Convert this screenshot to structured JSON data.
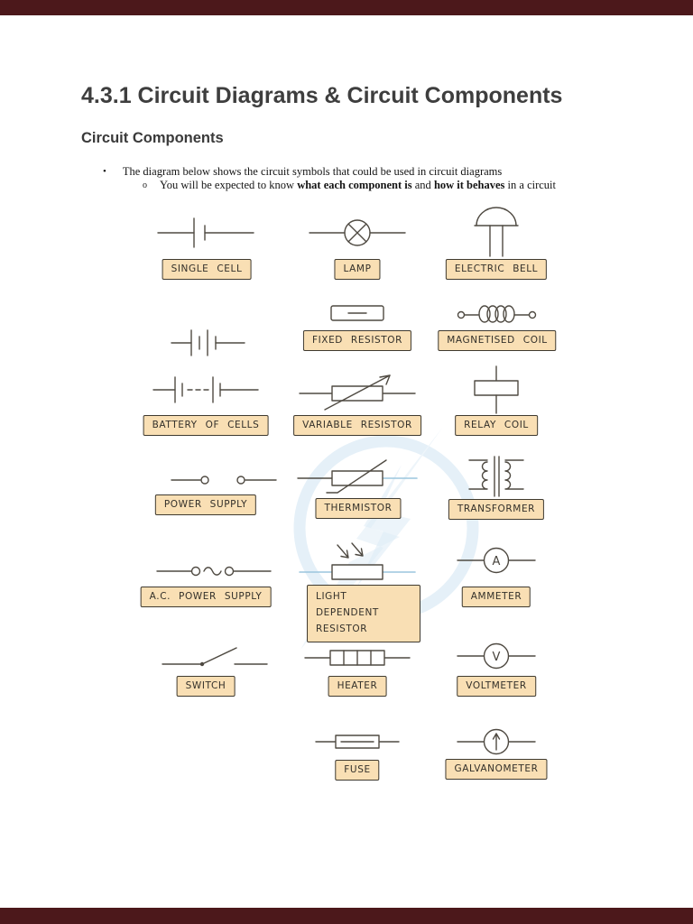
{
  "document": {
    "title": "4.3.1 Circuit Diagrams & Circuit Components",
    "section_heading": "Circuit Components",
    "bullets": {
      "marker": "•",
      "sub_marker": "o",
      "main": "The diagram below shows the circuit symbols that could be used in circuit diagrams",
      "sub_prefix": "You will be expected to know ",
      "sub_bold1": "what each component is",
      "sub_mid": " and ",
      "sub_bold2": "how it behaves",
      "sub_suffix": " in a circuit"
    },
    "components": [
      {
        "id": "single-cell",
        "label": "SINGLE CELL"
      },
      {
        "id": "lamp",
        "label": "LAMP"
      },
      {
        "id": "electric-bell",
        "label": "ELECTRIC BELL"
      },
      {
        "id": "battery-two-cells",
        "label": ""
      },
      {
        "id": "fixed-resistor",
        "label": "FIXED RESISTOR"
      },
      {
        "id": "magnetised-coil",
        "label": "MAGNETISED COIL"
      },
      {
        "id": "battery-of-cells",
        "label": "BATTERY OF CELLS"
      },
      {
        "id": "variable-resistor",
        "label": "VARIABLE RESISTOR"
      },
      {
        "id": "relay-coil",
        "label": "RELAY COIL"
      },
      {
        "id": "power-supply",
        "label": "POWER SUPPLY"
      },
      {
        "id": "thermistor",
        "label": "THERMISTOR"
      },
      {
        "id": "transformer",
        "label": "TRANSFORMER"
      },
      {
        "id": "ac-power-supply",
        "label": "A.C. POWER SUPPLY"
      },
      {
        "id": "light-dependent-resistor",
        "label": "LIGHT DEPENDENT RESISTOR"
      },
      {
        "id": "ammeter",
        "label": "AMMETER",
        "symbol_text": "A"
      },
      {
        "id": "switch",
        "label": "SWITCH"
      },
      {
        "id": "heater",
        "label": "HEATER"
      },
      {
        "id": "voltmeter",
        "label": "VOLTMETER",
        "symbol_text": "V"
      },
      {
        "id": "fuse",
        "label": "FUSE"
      },
      {
        "id": "galvanometer",
        "label": "GALVANOMETER"
      }
    ],
    "colors": {
      "chrome_bar": "#4c181b",
      "label_fill": "#f9dfb4",
      "label_border": "#3f3a30",
      "symbol_stroke": "#4f4a42",
      "blue_wire": "#9cc6dd",
      "watermark_blue": "#e5f0f8",
      "title_gray": "#3e3e3e"
    }
  }
}
